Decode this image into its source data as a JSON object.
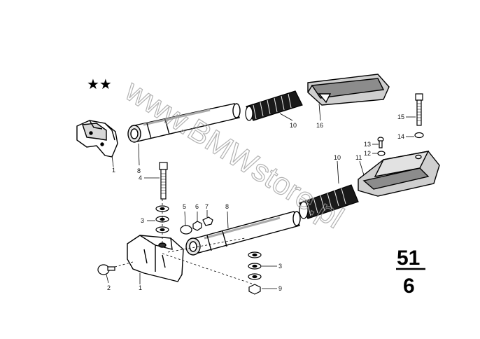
{
  "stars": "★★",
  "watermark": "www.BMWstore.pl",
  "page_ref": {
    "top": "51",
    "bottom": "6"
  },
  "labels": {
    "upper": {
      "p1": "1",
      "p8": "8",
      "p10": "10",
      "p16": "16",
      "p15": "15",
      "p14": "14",
      "p13": "13",
      "p12": "12"
    },
    "lower": {
      "p10": "10",
      "p11": "11",
      "p4": "4",
      "p5": "5",
      "p6": "6",
      "p7": "7",
      "p8": "8",
      "p3a": "3",
      "p3b": "3",
      "p2": "2",
      "p1": "1",
      "p9": "9"
    }
  }
}
